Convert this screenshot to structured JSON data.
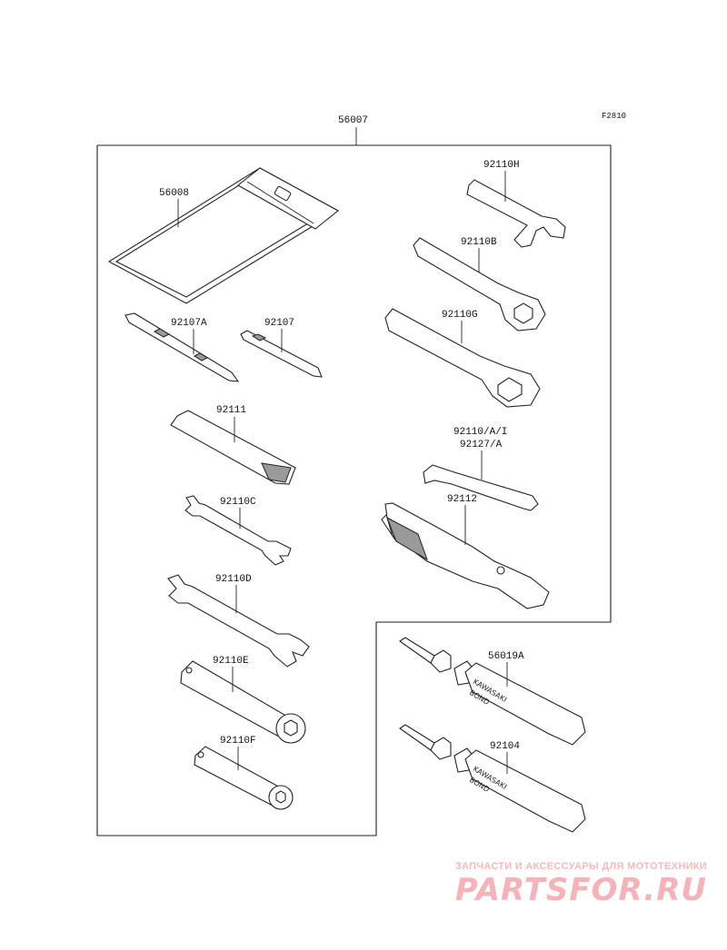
{
  "figure_code": "F2810",
  "parts": {
    "kit": "56007",
    "pouch": "56008",
    "screwdriver_a": "92107A",
    "screwdriver": "92107",
    "handle": "92111",
    "wrench_c": "92110C",
    "wrench_d": "92110D",
    "box_wrench_e": "92110E",
    "box_wrench_f": "92110F",
    "hook_wrench_h": "92110H",
    "ring_wrench_b": "92110B",
    "ring_wrench_g": "92110G",
    "hex_key_line1": "92110/A/I",
    "hex_key_line2": "92127/A",
    "pliers": "92112",
    "bond_a": "56019A",
    "bond": "92104"
  },
  "tube_print": {
    "brand": "KAWASAKI",
    "product": "BOND"
  },
  "watermark": {
    "tagline": "ЗАПЧАСТИ И АКСЕССУАРЫ ДЛЯ МОТОТЕХНИКИ",
    "logo": "PARTSFOR.RU",
    "color": "#f4b3b8"
  }
}
